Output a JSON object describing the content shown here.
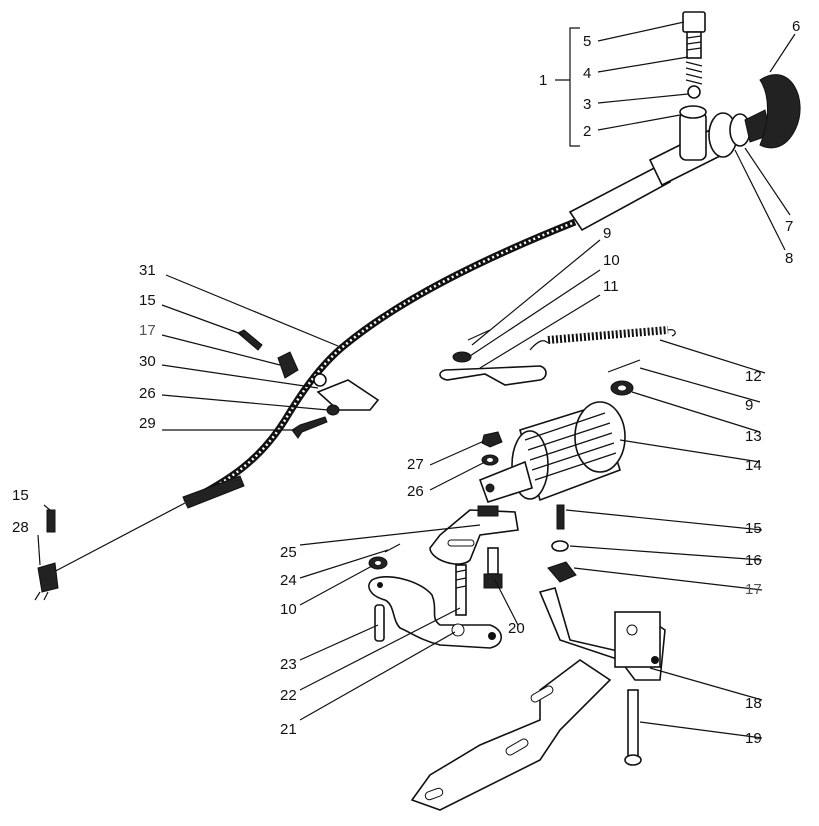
{
  "group_label": "1",
  "labels": {
    "l1": "1",
    "l2": "2",
    "l3": "3",
    "l4": "4",
    "l5": "5",
    "l6": "6",
    "l7": "7",
    "l8": "8",
    "l9a": "9",
    "l9b": "9",
    "l10a": "10",
    "l10b": "10",
    "l11": "11",
    "l12": "12",
    "l13": "13",
    "l14": "14",
    "l15a": "15",
    "l15b": "15",
    "l15c": "15",
    "l16": "16",
    "l17a": "17",
    "l17b": "17",
    "l18": "18",
    "l19": "19",
    "l20": "20",
    "l21": "21",
    "l22": "22",
    "l23": "23",
    "l24": "24",
    "l25": "25",
    "l26a": "26",
    "l26b": "26",
    "l27": "27",
    "l28": "28",
    "l29": "29",
    "l30": "30",
    "l31": "31"
  }
}
